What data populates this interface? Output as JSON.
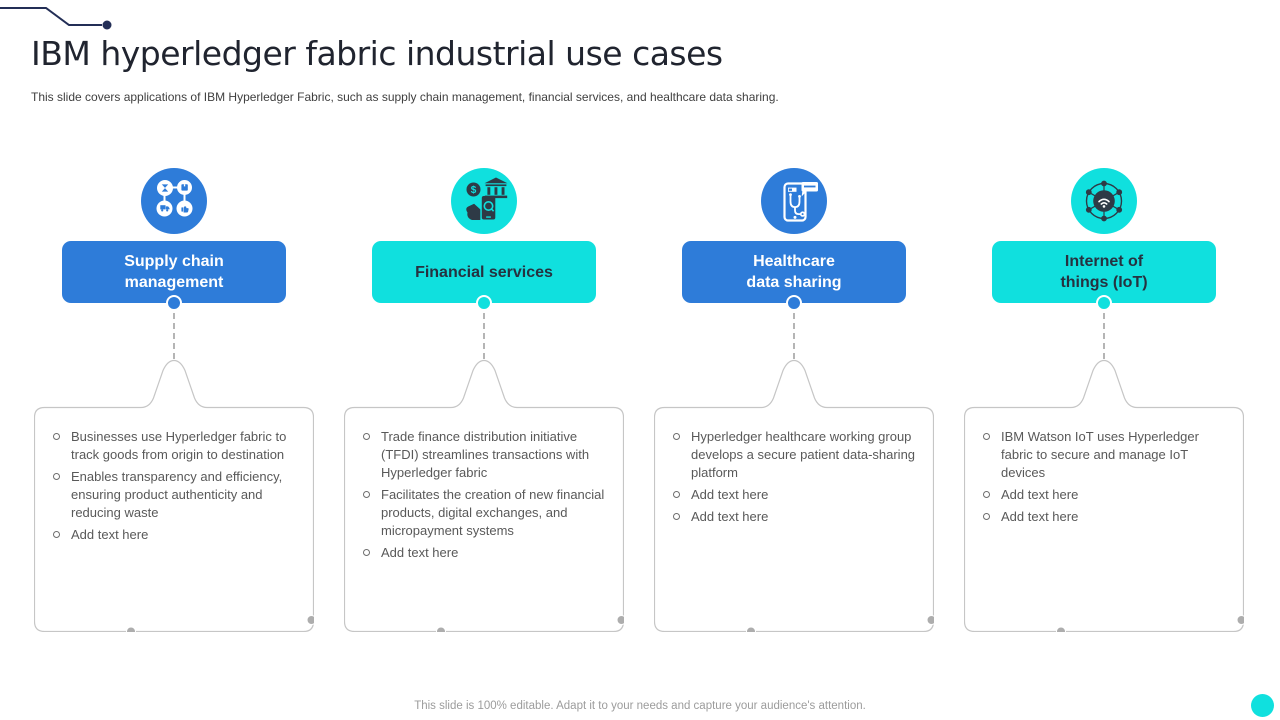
{
  "slide": {
    "title": "IBM hyperledger fabric industrial use cases",
    "subtitle": "This slide covers applications of IBM Hyperledger Fabric, such as supply chain management, financial services, and healthcare data sharing.",
    "footer": "This slide is 100% editable. Adapt it to your needs and capture your audience's attention."
  },
  "colors": {
    "blue": "#2E7CD9",
    "cyan": "#10E0DE",
    "icon_dark": "#2E3A46",
    "title_dark": "#20242F",
    "navy_decoration": "#232E56",
    "body_text_gray": "#595959",
    "box_border_gray": "#C6C6C6",
    "footer_gray": "#9C9C9C",
    "corner_dot_gray": "#ADADAD"
  },
  "columns": [
    {
      "label": "Supply chain\nmanagement",
      "accent": "blue",
      "icon": "supply-chain-icon",
      "bullets": [
        "Businesses use Hyperledger fabric to track goods from origin to destination",
        "Enables transparency and efficiency, ensuring product authenticity and reducing waste",
        "Add text here"
      ]
    },
    {
      "label": "Financial services",
      "accent": "cyan",
      "icon": "financial-services-icon",
      "bullets": [
        "Trade finance distribution initiative (TFDI) streamlines transactions with Hyperledger fabric",
        "Facilitates the creation of new financial products, digital exchanges, and micropayment systems",
        "Add text here"
      ]
    },
    {
      "label": "Healthcare\ndata sharing",
      "accent": "blue",
      "icon": "healthcare-data-sharing-icon",
      "bullets": [
        "Hyperledger healthcare working group develops a secure patient data-sharing platform",
        "Add text here",
        "Add text here"
      ]
    },
    {
      "label": "Internet of\nthings (IoT)",
      "accent": "cyan",
      "icon": "internet-of-things-icon",
      "bullets": [
        "IBM Watson IoT uses Hyperledger fabric to secure and manage IoT devices",
        "Add text here",
        "Add text here"
      ]
    }
  ]
}
